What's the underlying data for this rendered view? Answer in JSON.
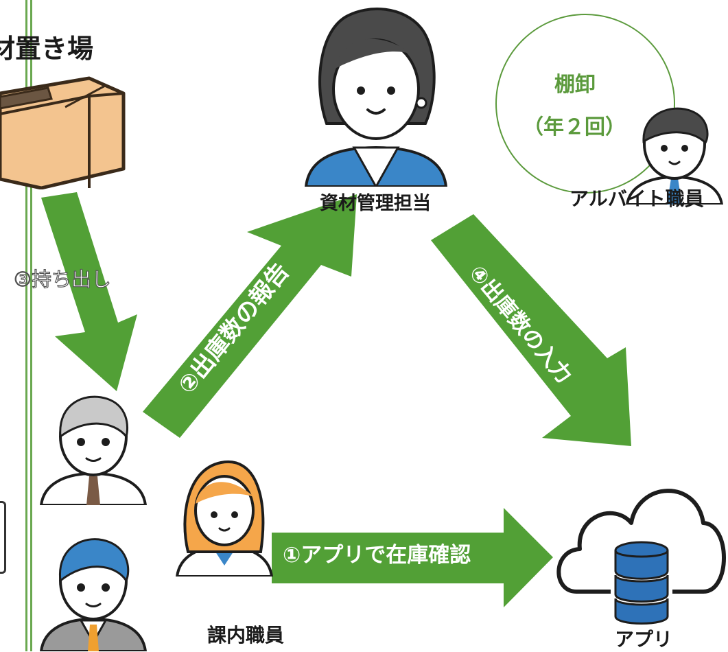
{
  "storage": {
    "title": "材置き場"
  },
  "steps": {
    "take_out": "③持ち出し",
    "report": "②出庫数の報告",
    "input": "④出庫数の入力",
    "confirm": "①アプリで在庫確認"
  },
  "roles": {
    "manager": "資材管理担当",
    "part_timer": "アルバイト職員",
    "staff": "課内職員",
    "app": "アプリ"
  },
  "inventory": {
    "line1": "棚卸",
    "line2": "（年２回）"
  },
  "colors": {
    "arrow": "#52a036",
    "accent_text": "#5b9a3c",
    "line": "#6aa84f"
  }
}
